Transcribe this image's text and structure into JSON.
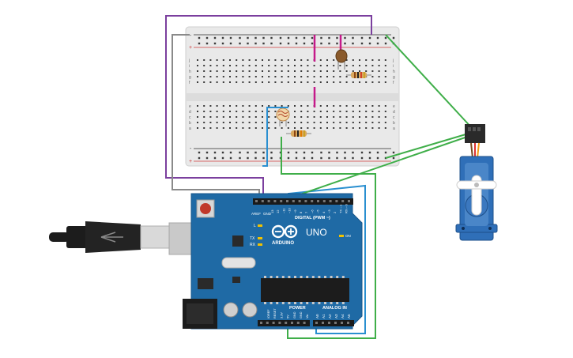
{
  "board": {
    "brand_text": "ARDUINO",
    "model_text": "UNO",
    "digital_label": "DIGITAL (PWM ~)",
    "power_label": "POWER",
    "analog_label": "ANALOG IN",
    "l_led_label": "L",
    "tx_label": "TX",
    "rx_label": "RX",
    "on_label": "ON",
    "aref_label": "AREF",
    "gnd_label": "GND",
    "digital_pins": [
      "13",
      "12",
      "~11",
      "~10",
      "~9",
      "8",
      "7",
      "~6",
      "~5",
      "4",
      "~3",
      "2",
      "TX→1",
      "RX←0"
    ],
    "power_pins": [
      "IOREF",
      "RESET",
      "3.3V",
      "5V",
      "GND",
      "GND",
      "Vin"
    ],
    "analog_pins": [
      "A0",
      "A1",
      "A2",
      "A3",
      "A4",
      "A5"
    ]
  },
  "breadboard": {
    "row_letters_top": [
      "j",
      "i",
      "h",
      "g",
      "f"
    ],
    "row_letters_bottom": [
      "e",
      "d",
      "c",
      "b",
      "a"
    ],
    "rail_minus": "-",
    "rail_plus": "+"
  },
  "colors": {
    "wire_purple": "#7b3f9e",
    "wire_gray": "#8a8a8a",
    "wire_green": "#3fae49",
    "wire_blue": "#2a8fd0",
    "wire_magenta": "#c51a8a",
    "arduino_blue": "#1f6aa5",
    "servo_blue": "#2f6fb8"
  },
  "icons": [
    "usb-cable-icon",
    "servo-motor-icon",
    "photoresistor-icon",
    "resistor-icon",
    "capacitor-icon"
  ]
}
